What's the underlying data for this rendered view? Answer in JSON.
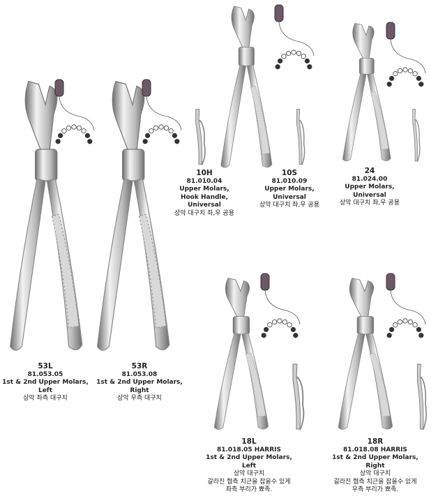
{
  "products": [
    {
      "id": "53L",
      "code": "81.053.05",
      "lines": [
        "1st & 2nd Upper Molars,",
        "Left"
      ],
      "korean": [
        "상악 좌측 대구치"
      ]
    },
    {
      "id": "53R",
      "code": "81.053.08",
      "lines": [
        "1st & 2nd Upper Molars,",
        "Right"
      ],
      "korean": [
        "상악 우측 대구치"
      ]
    },
    {
      "id": "10H",
      "code": "81.010.04",
      "lines": [
        "Upper Molars,",
        "Hook Handle,",
        "Universal"
      ],
      "korean": [
        "상악 대구치 좌,우 공용"
      ]
    },
    {
      "id": "10S",
      "code": "81.010.09",
      "lines": [
        "Upper Molars,",
        "Universal"
      ],
      "korean": [
        "상악 대구치 좌,우 공용"
      ]
    },
    {
      "id": "24",
      "code": "81.024.00",
      "lines": [
        "Upper Molars,",
        "Universal"
      ],
      "korean": [
        "상악 대구치 좌,우 공용"
      ]
    },
    {
      "id": "18L",
      "code": "81.018.05  HARRIS",
      "lines": [
        "1st & 2nd Upper Molars,",
        "Left"
      ],
      "korean": [
        "상악 대구치",
        "갈라진 협측 치근을 잡을수 있게",
        "좌측 부리가 뾰족."
      ]
    },
    {
      "id": "18R",
      "code": "81.018.08  HARRIS",
      "lines": [
        "1st & 2nd Upper Molars,",
        "Right"
      ],
      "korean": [
        "상악 대구치",
        "갈라진 협측 치근을 잡을수 있게",
        "우측 부리가 뾰족."
      ]
    }
  ],
  "colors": {
    "steel_light": "#f2f2f2",
    "steel_mid": "#bdbdbd",
    "steel_dark": "#6e6e6e",
    "tooth": "#6b5a66",
    "text": "#222222"
  }
}
